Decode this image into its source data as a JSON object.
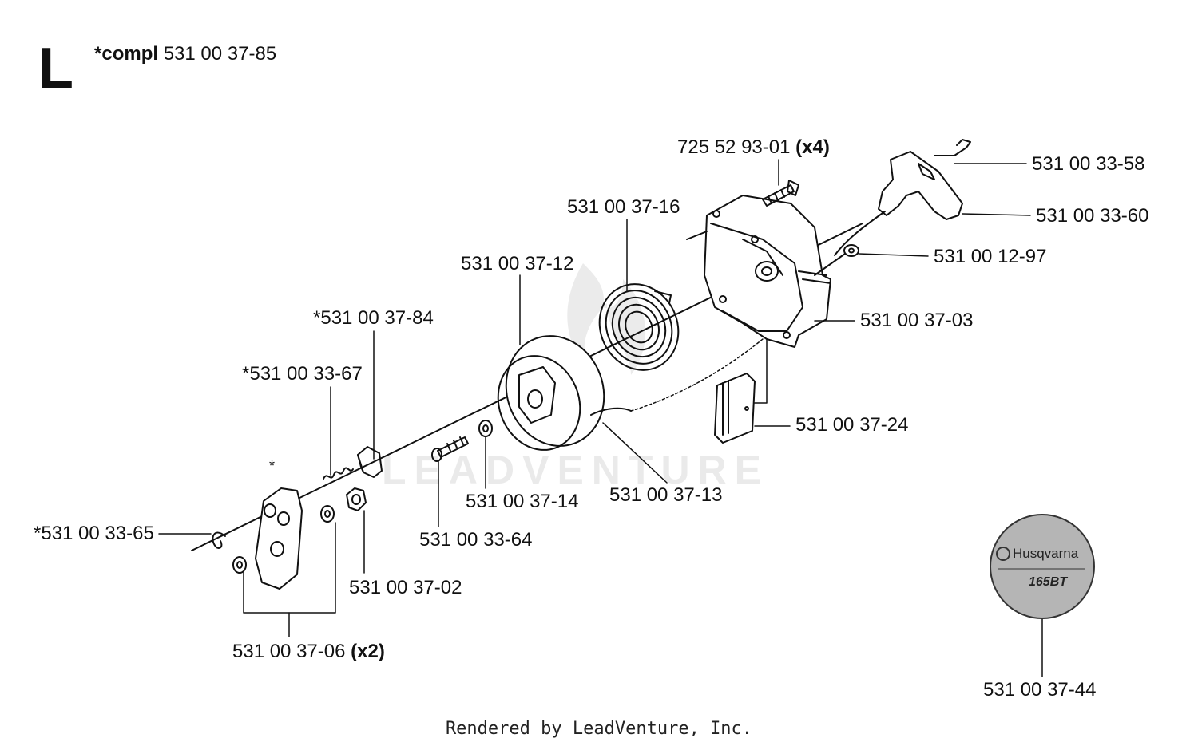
{
  "section": {
    "letter": "L",
    "compl_prefix": "*compl",
    "compl_part": "531 00 37-85"
  },
  "watermark": "LEADVENTURE",
  "footer": "Rendered by LeadVenture, Inc.",
  "decal": {
    "brand": "Husqvarna",
    "model": "165BT"
  },
  "parts": [
    {
      "id": "p1",
      "number": "725 52 93-01",
      "qty": "(x4)"
    },
    {
      "id": "p2",
      "number": "531 00 33-58",
      "qty": ""
    },
    {
      "id": "p3",
      "number": "531 00 33-60",
      "qty": ""
    },
    {
      "id": "p4",
      "number": "531 00 37-16",
      "qty": ""
    },
    {
      "id": "p5",
      "number": "531 00 12-97",
      "qty": ""
    },
    {
      "id": "p6",
      "number": "531 00 37-12",
      "qty": ""
    },
    {
      "id": "p7",
      "number": "531 00 37-03",
      "qty": ""
    },
    {
      "id": "p8",
      "number": "*531 00 37-84",
      "qty": ""
    },
    {
      "id": "p9",
      "number": "*531 00 33-67",
      "qty": ""
    },
    {
      "id": "p10",
      "number": "531 00 37-24",
      "qty": ""
    },
    {
      "id": "p11",
      "number": "531 00 37-14",
      "qty": ""
    },
    {
      "id": "p12",
      "number": "531 00 37-13",
      "qty": ""
    },
    {
      "id": "p13",
      "number": "*531 00 33-65",
      "qty": ""
    },
    {
      "id": "p14",
      "number": "531 00 33-64",
      "qty": ""
    },
    {
      "id": "p15",
      "number": "531 00 37-02",
      "qty": ""
    },
    {
      "id": "p16",
      "number": "531 00 37-06",
      "qty": "(x2)"
    },
    {
      "id": "p17",
      "number": "531 00 37-44",
      "qty": ""
    }
  ],
  "asterisk_mark": "*"
}
